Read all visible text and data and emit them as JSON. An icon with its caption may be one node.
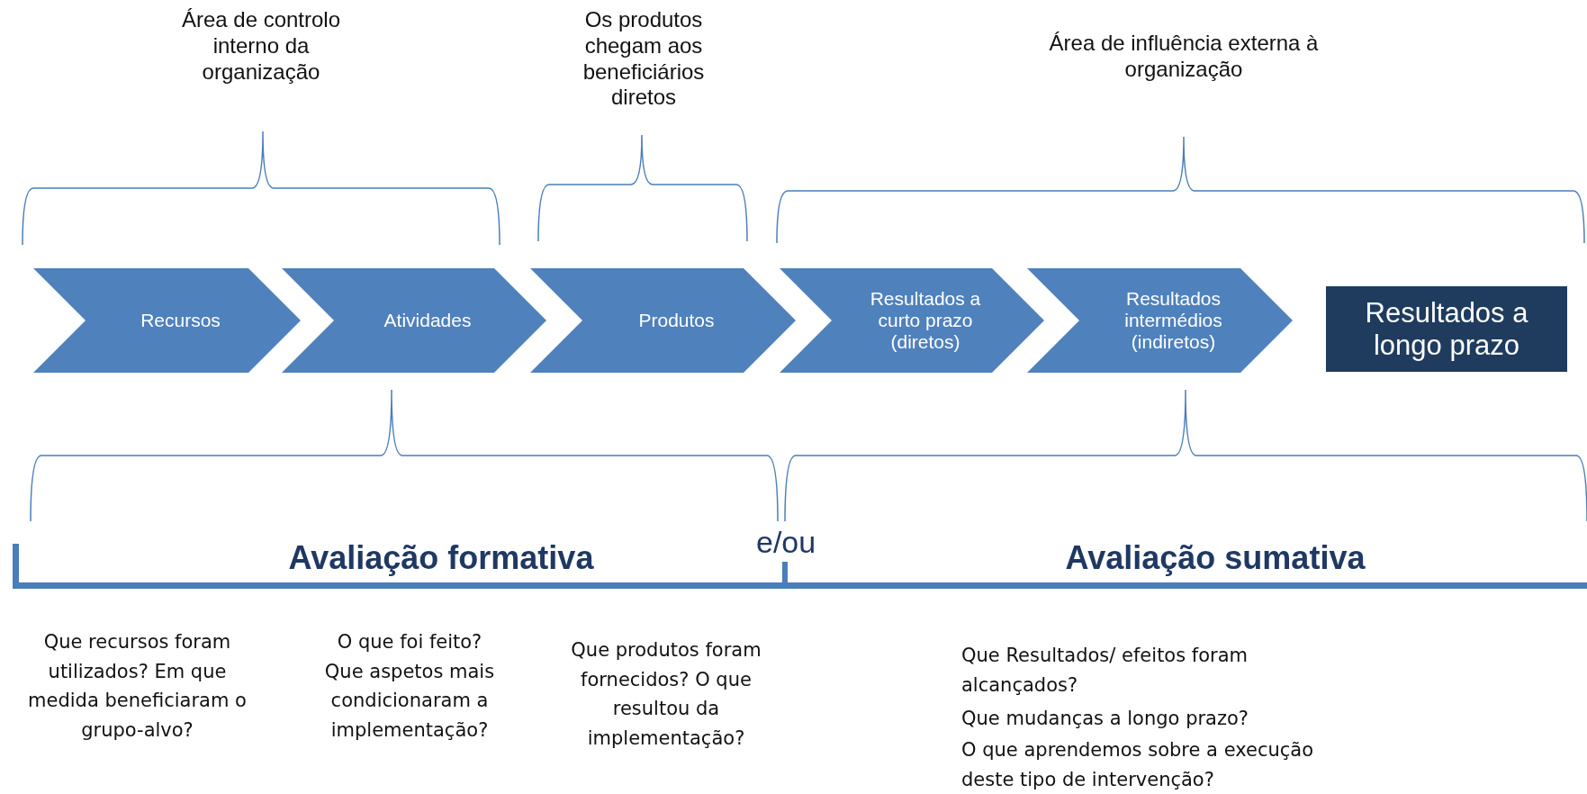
{
  "diagram": {
    "nodes": [
      {
        "text": [
          "Recursos"
        ]
      },
      {
        "text": [
          "Atividades"
        ]
      },
      {
        "text": [
          "Produtos"
        ]
      },
      {
        "text": [
          "Resultados a curto prazo (diretos)"
        ]
      },
      {
        "text": [
          "Resultados intermédios (indiretos)"
        ]
      },
      {
        "text": [
          "Resultados a longo prazo"
        ]
      }
    ],
    "labels": [
      "Área de controlo interno da organização",
      "Os produtos chegam aos beneficiários diretos",
      "Área de influência externa à organização",
      "e/ou",
      "Avaliação formativa",
      "Avaliação sumativa",
      "Que recursos foram utilizados? Em que medida beneficiaram o grupo-alvo?",
      "O que foi feito? Que aspetos mais condicionaram a implementação?",
      "Que produtos foram fornecidos? O que resultou da implementação?",
      "Que Resultados/ efeitos foram alcançados?",
      "Que mudanças a longo prazo?",
      "O que aprendemos sobre a execução deste tipo de intervenção?"
    ]
  }
}
